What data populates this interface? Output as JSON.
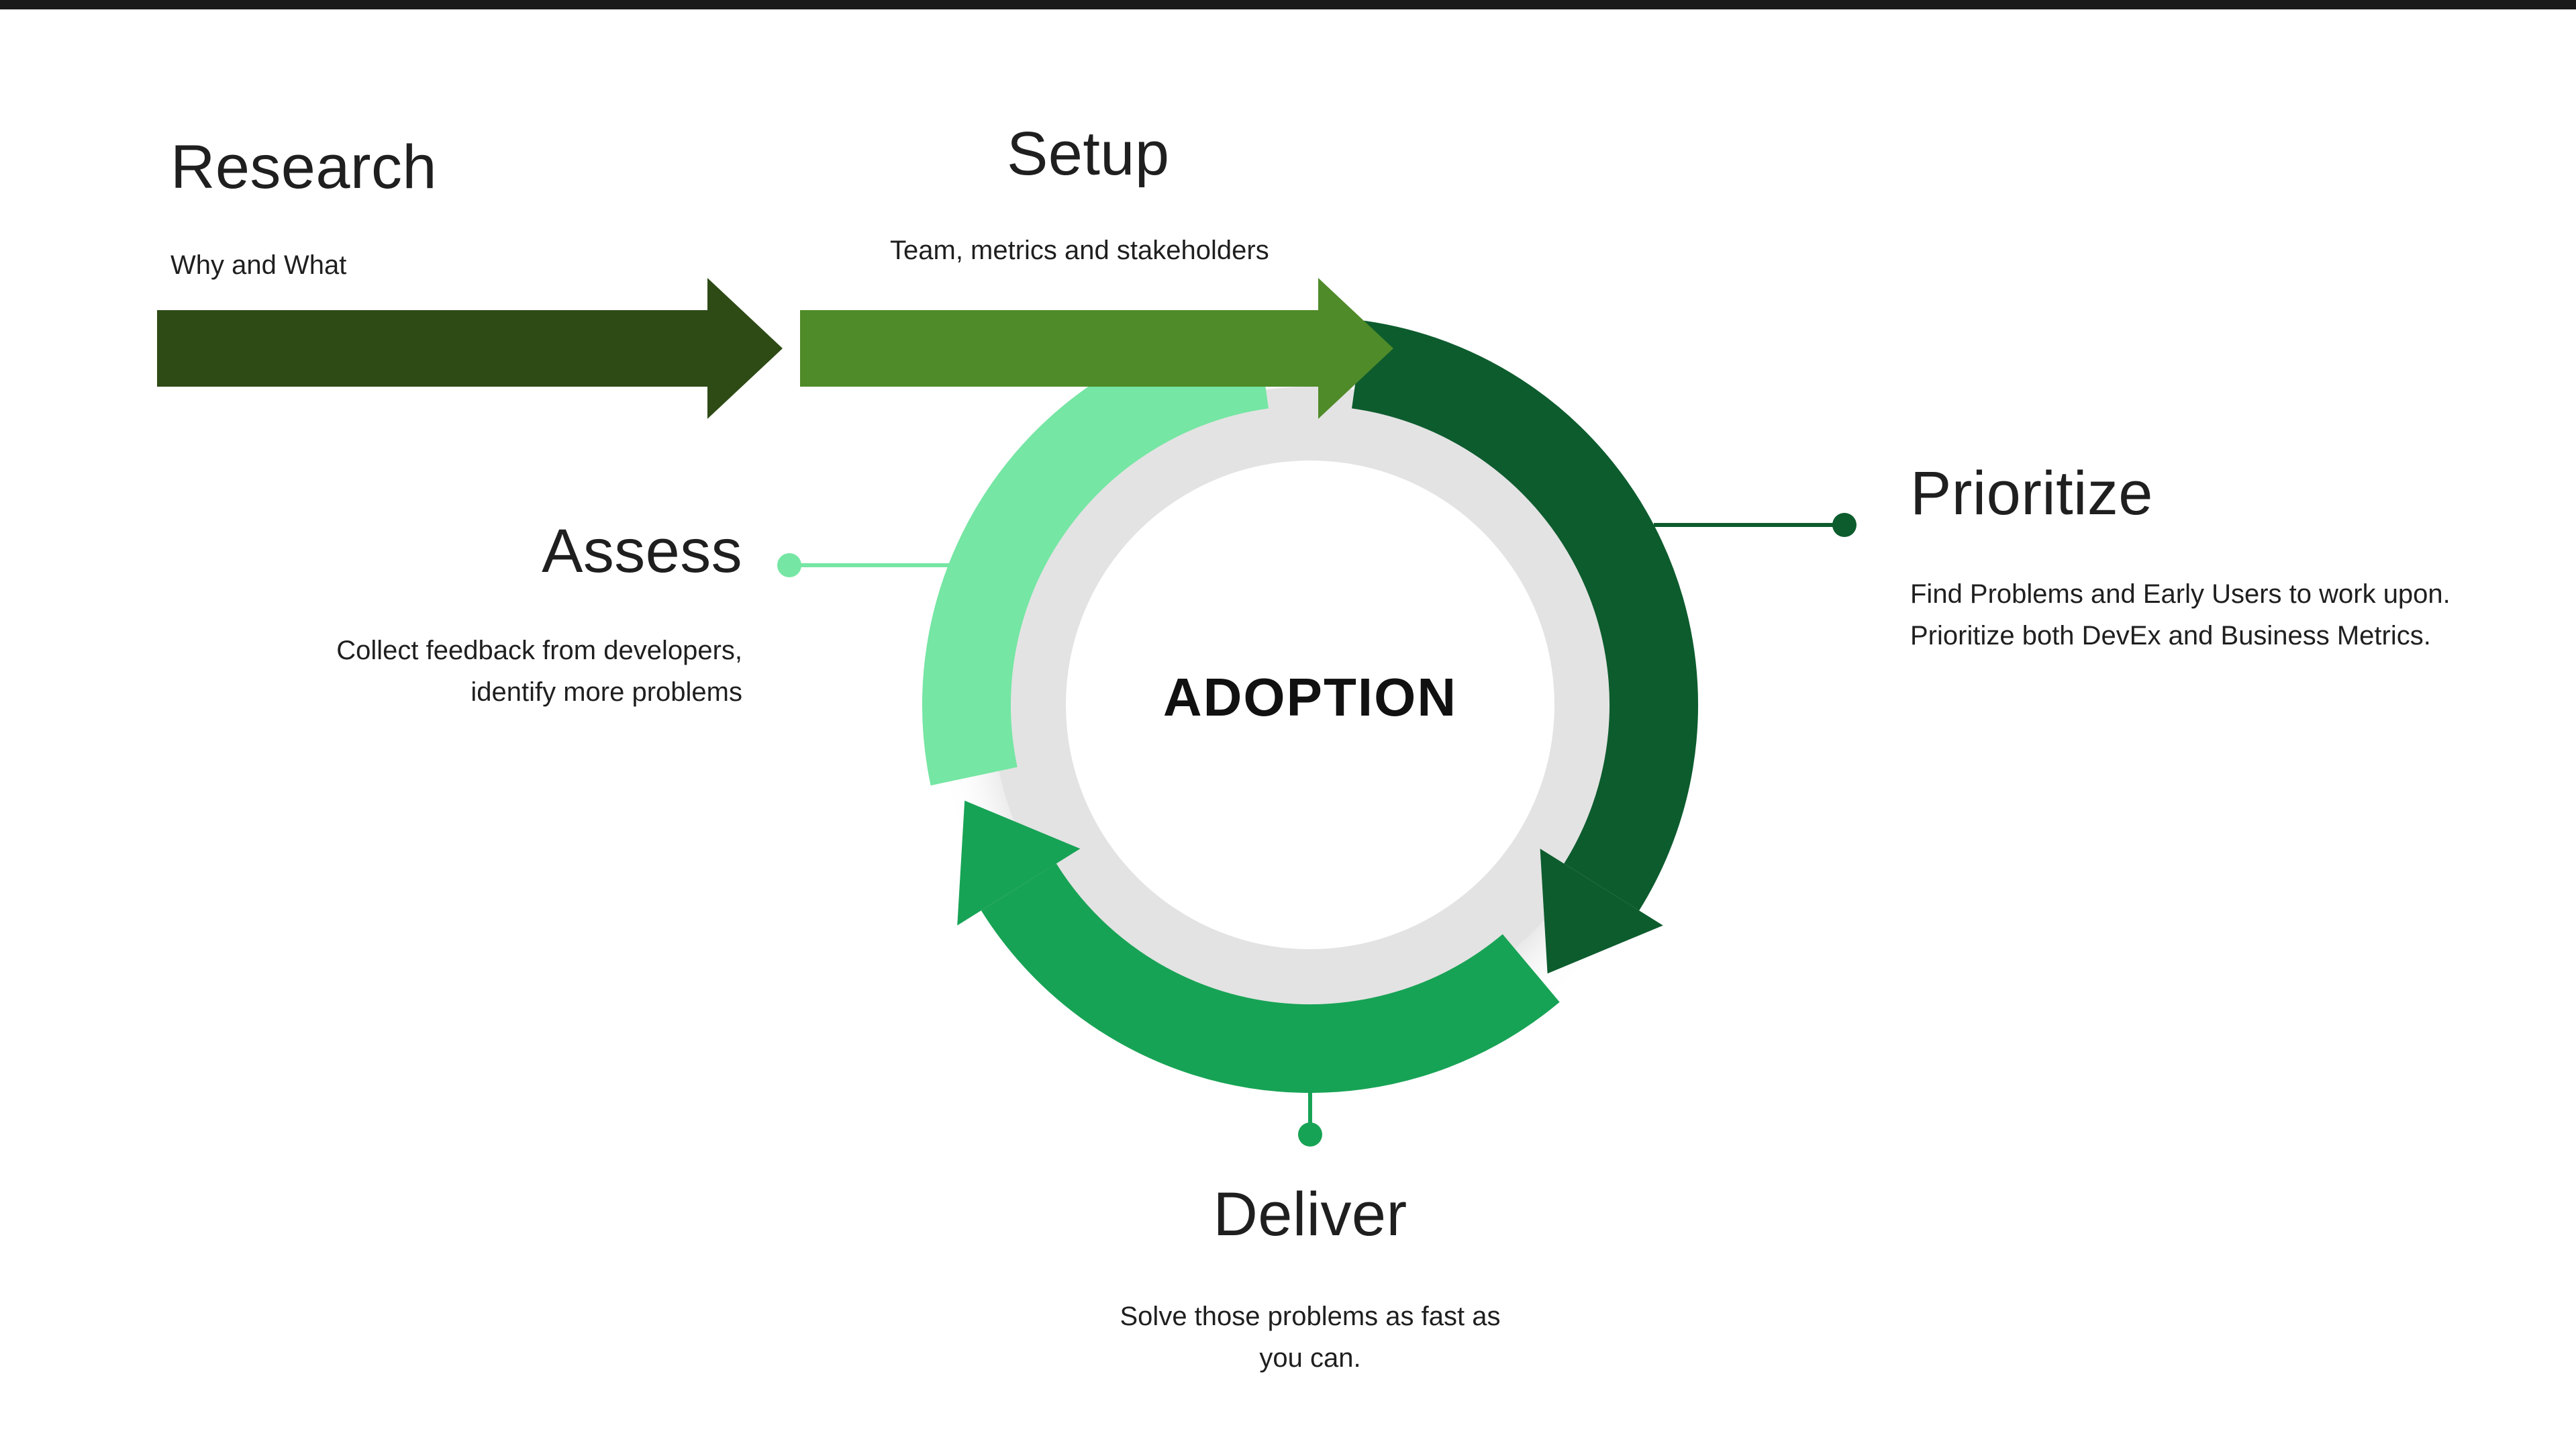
{
  "center": {
    "label": "ADOPTION"
  },
  "phases": {
    "research": {
      "title": "Research",
      "subtitle": "Why and What"
    },
    "setup": {
      "title": "Setup",
      "subtitle": "Team, metrics and stakeholders"
    },
    "prioritize": {
      "title": "Prioritize",
      "description": "Find Problems and Early Users to work upon. Prioritize both DevEx and Business Metrics."
    },
    "assess": {
      "title": "Assess",
      "description": "Collect feedback from developers, identify more problems"
    },
    "deliver": {
      "title": "Deliver",
      "description": "Solve those problems as fast as you can."
    }
  },
  "colors": {
    "top_bar": "#1a1a1a",
    "research_arrow": "#2e4b16",
    "setup_arrow": "#4f8b29",
    "arc_dark": "#0d5c2e",
    "arc_medium": "#17a355",
    "arc_light": "#75e6a3",
    "ring_gray": "#e3e3e3",
    "center_fill": "#ffffff",
    "text": "#1f1f1f"
  }
}
